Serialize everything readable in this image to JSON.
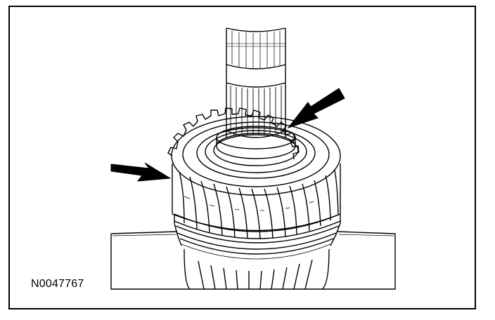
{
  "figure": {
    "id_label": "N0047767"
  },
  "colors": {
    "line": "#000000",
    "background": "#ffffff",
    "frame": "#000000"
  },
  "icons": [
    "arrow-left-pointer",
    "arrow-upper-right-pointer"
  ]
}
